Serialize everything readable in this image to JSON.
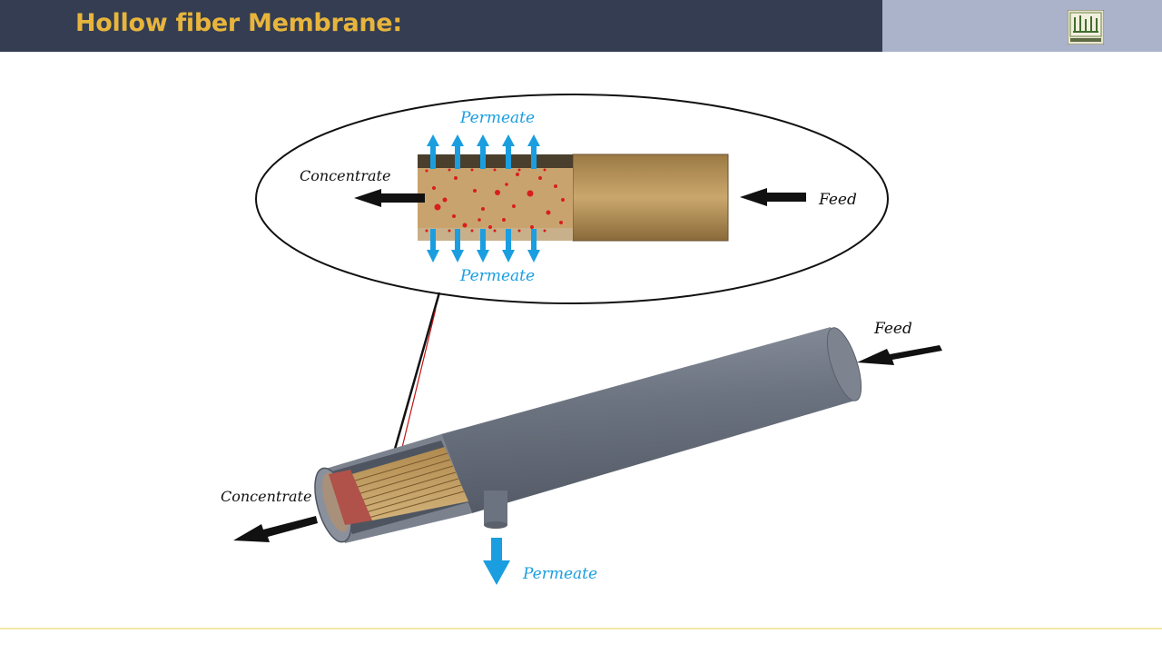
{
  "slide": {
    "title": "Hollow fiber Membrane:",
    "logo_icon": "university-logo-icon"
  },
  "diagram": {
    "detail_view": {
      "permeate_top": "Permeate",
      "permeate_bottom": "Permeate",
      "concentrate": "Concentrate",
      "feed": "Feed"
    },
    "module_view": {
      "feed": "Feed",
      "concentrate": "Concentrate",
      "permeate": "Permeate"
    }
  },
  "colors": {
    "header_dark": "#343d52",
    "header_light": "#aab3c9",
    "title": "#e8b53c",
    "permeate_arrow": "#1a9ee0",
    "fiber": "#c4a26a",
    "module_shell": "#6e7582",
    "particles": "#d81e1e"
  }
}
